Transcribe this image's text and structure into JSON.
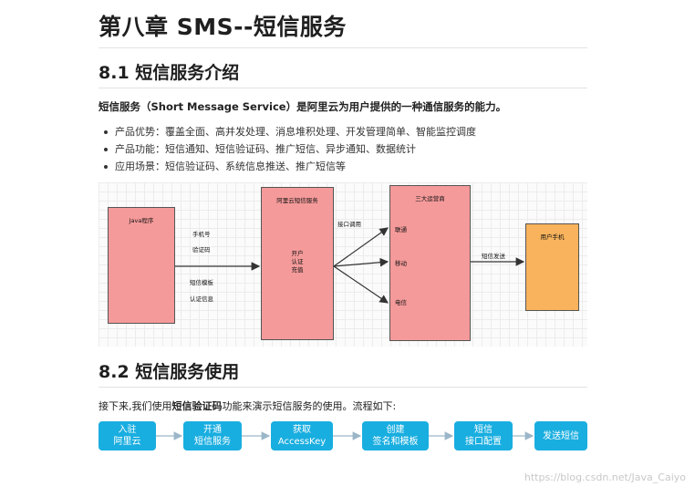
{
  "page": {
    "title": "第八章 SMS--短信服务",
    "section1_title": "8.1 短信服务介绍",
    "intro_bold": "短信服务（Short Message Service）是阿里云为用户提供的一种通信服务的能力。",
    "bullets": [
      "产品优势：覆盖全面、高并发处理、消息堆积处理、开发管理简单、智能监控调度",
      "产品功能：短信通知、短信验证码、推广短信、异步通知、数据统计",
      "应用场景：短信验证码、系统信息推送、推广短信等"
    ],
    "section2_title": "8.2 短信服务使用",
    "flow_intro_pre": "接下来,我们使用",
    "flow_intro_bold": "短信验证码",
    "flow_intro_post": "功能来演示短信服务的使用。流程如下:",
    "watermark": "https://blog.csdn.net/Java_Caiyo"
  },
  "diagram": {
    "java_box": "Java程序",
    "label_phone": "手机号",
    "label_code": "验证码",
    "label_template": "短信模板",
    "label_auth": "认证信息",
    "aliyun_box": "阿里云短信服务",
    "aliyun_inner_1": "开户",
    "aliyun_inner_2": "认证",
    "aliyun_inner_3": "充值",
    "label_interface": "接口调用",
    "carrier_box": "三大运营商",
    "carrier_unicom": "联通",
    "carrier_mobile": "移动",
    "carrier_telecom": "电信",
    "label_send": "短信发送",
    "phone_box": "用户手机"
  },
  "flow": {
    "steps": [
      {
        "line1": "入驻",
        "line2": "阿里云"
      },
      {
        "line1": "开通",
        "line2": "短信服务"
      },
      {
        "line1": "获取",
        "line2": "AccessKey"
      },
      {
        "line1": "创建",
        "line2": "签名和模板"
      },
      {
        "line1": "短信",
        "line2": "接口配置"
      },
      {
        "line1": "发送短信",
        "line2": ""
      }
    ]
  },
  "colors": {
    "step_blue": "#19aee0",
    "box_red": "#f59a9a",
    "box_orange": "#f9b35c"
  }
}
